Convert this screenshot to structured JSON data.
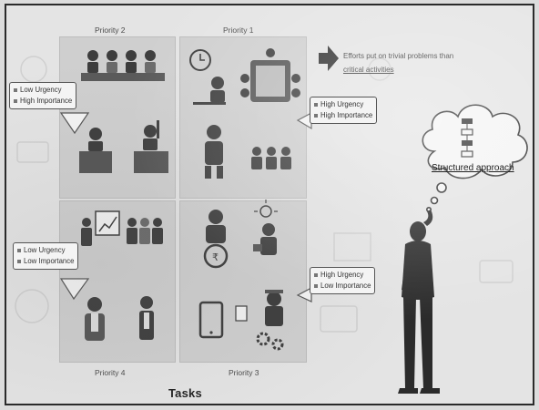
{
  "quadrants": {
    "p1": {
      "label": "Priority 1",
      "urgency": "High Urgency",
      "importance": "High Importance"
    },
    "p2": {
      "label": "Priority 2",
      "urgency": "Low Urgency",
      "importance": "High Importance"
    },
    "p3": {
      "label": "Priority 3",
      "urgency": "High Urgency",
      "importance": "Low Importance"
    },
    "p4": {
      "label": "Priority 4",
      "urgency": "Low Urgency",
      "importance": "Low Importance"
    }
  },
  "note": {
    "line1": "Efforts put on trivial problems than",
    "line2": "critical activities"
  },
  "thought_cloud": {
    "label": "Structured approach"
  },
  "footer": {
    "title": "Tasks"
  },
  "icons": {
    "meeting": "meeting-icon",
    "clock": "clock-icon",
    "board_meeting": "board-meeting-icon",
    "speakers": "podium-speakers-icon",
    "presentation": "presentation-chart-icon",
    "coins": "coins-icon",
    "lightbulb": "idea-person-icon",
    "tablet": "tablet-icon",
    "gears": "gears-worker-icon",
    "thinker": "thinking-man-icon",
    "arrow": "right-arrow-icon"
  },
  "colors": {
    "background": "#e4e4e4",
    "quadrant": "#cfcfcf",
    "ink": "#3a3a3a"
  }
}
